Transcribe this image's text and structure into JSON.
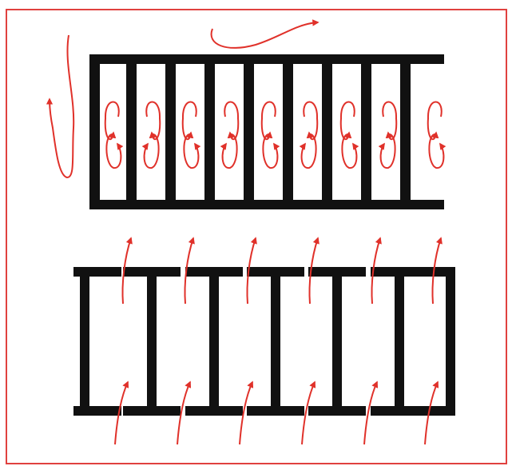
{
  "colors": {
    "frame": "#e0413f",
    "structure": "#111111",
    "arrow": "#e0312a",
    "background": "#ffffff"
  },
  "top_panel": {
    "description_icon": "ladder-with-recirculating-eddies",
    "cell_count": 9
  },
  "bottom_panel": {
    "description_icon": "i-beam-row-with-through-flow",
    "section_count": 6
  }
}
